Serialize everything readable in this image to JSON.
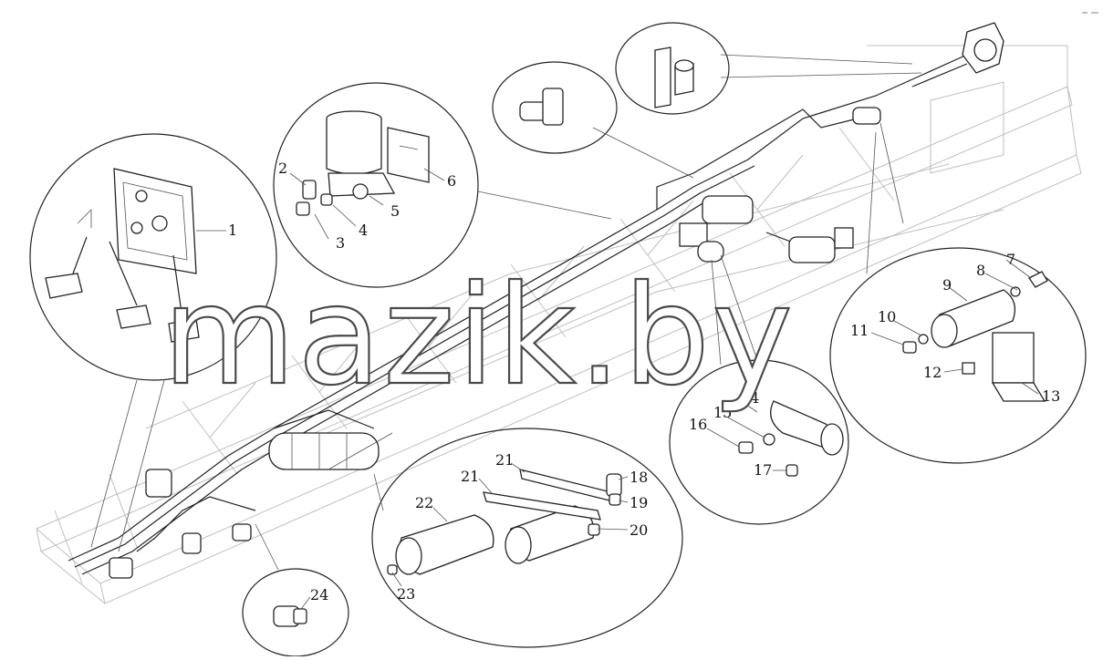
{
  "diagram": {
    "watermark": "mazik.by",
    "corner_mark": "",
    "callouts": [
      "1",
      "2",
      "3",
      "4",
      "5",
      "6",
      "7",
      "8",
      "9",
      "10",
      "11",
      "12",
      "13",
      "14",
      "15",
      "16",
      "17",
      "18",
      "19",
      "20",
      "21",
      "21",
      "22",
      "23",
      "24"
    ]
  },
  "colors": {
    "line": "#222222",
    "frame": "#bfbfbf",
    "background": "#ffffff"
  }
}
